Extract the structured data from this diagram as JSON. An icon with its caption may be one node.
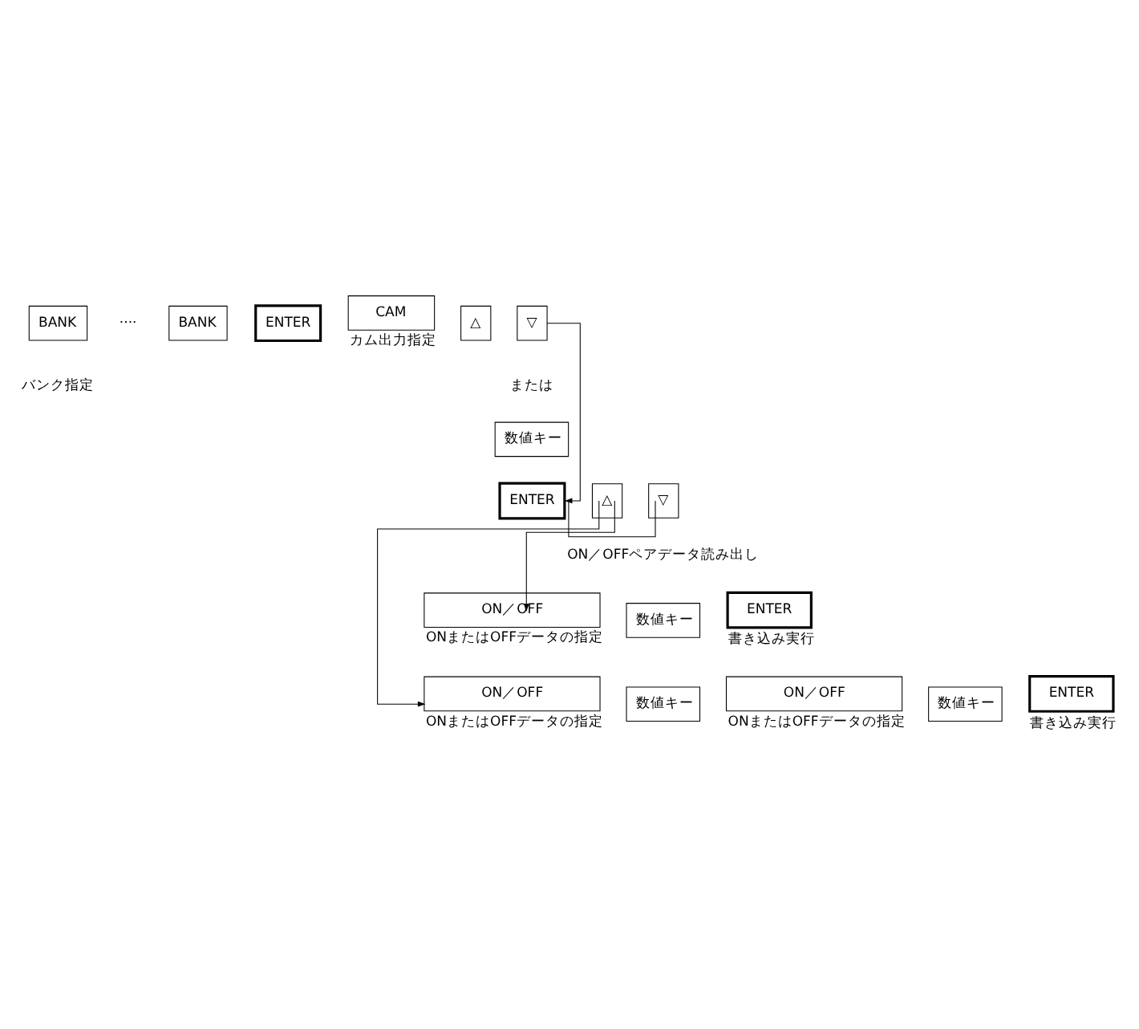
{
  "diagram": {
    "nodes": [
      {
        "text": [
          "BANK"
        ]
      },
      {
        "text": [
          "BANK"
        ]
      },
      {
        "text": [
          "ENTER"
        ]
      },
      {
        "text": [
          "CAM"
        ],
        "beside": [
          "カム出力指定"
        ]
      },
      {
        "text": [
          "△"
        ]
      },
      {
        "text": [
          "▽"
        ]
      },
      {
        "text": [
          "数値キー"
        ]
      },
      {
        "text": [
          "ENTER"
        ]
      },
      {
        "text": [
          "△"
        ]
      },
      {
        "text": [
          "▽"
        ]
      },
      {
        "text": [
          "ON／OFF"
        ],
        "beside": [
          "ONまたはOFFデータの指定"
        ]
      },
      {
        "text": [
          "数値キー"
        ]
      },
      {
        "text": [
          "ENTER"
        ],
        "beside": [
          "書き込み実行"
        ]
      },
      {
        "text": [
          "ON／OFF"
        ],
        "beside": [
          "ONまたはOFFデータの指定"
        ]
      },
      {
        "text": [
          "数値キー"
        ]
      },
      {
        "text": [
          "ON／OFF"
        ],
        "beside": [
          "ONまたはOFFデータの指定"
        ]
      },
      {
        "text": [
          "数値キー"
        ]
      },
      {
        "text": [
          "ENTER"
        ],
        "beside": [
          "書き込み実行"
        ]
      }
    ],
    "edges": [
      {
        "from": 5,
        "to": 7,
        "arrow": "to"
      },
      {
        "from": 7,
        "to": 9,
        "arrow": "none"
      },
      {
        "from": 8,
        "to": 10,
        "arrow": "to"
      },
      {
        "from": 8,
        "to": 13,
        "arrow": "to"
      }
    ],
    "labels": [
      "····",
      "バンク指定",
      "または",
      "ON／OFFペアデータ読み出し"
    ]
  }
}
